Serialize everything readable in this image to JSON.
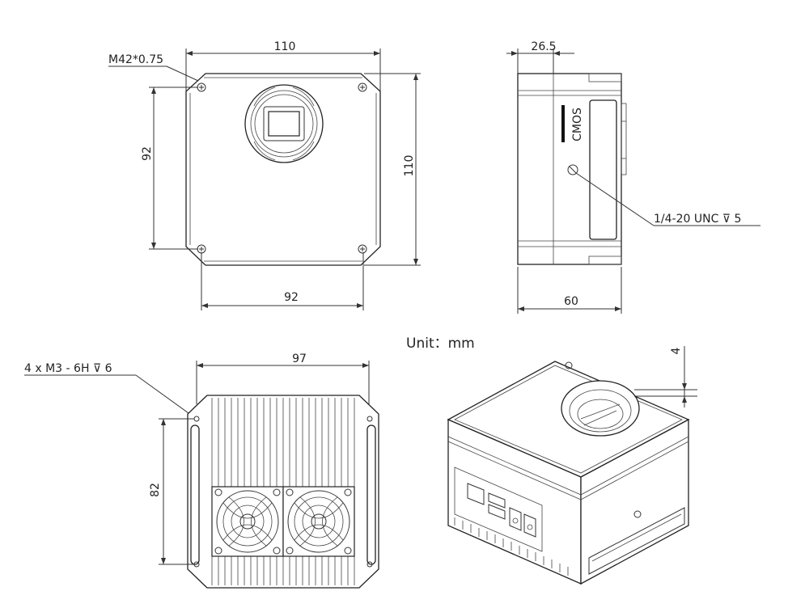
{
  "unit_label": "Unit：mm",
  "front_view": {
    "width": "110",
    "height": "110",
    "hole_spacing_x": "92",
    "hole_spacing_y": "92",
    "thread_callout": "M42*0.75"
  },
  "side_view": {
    "depth": "60",
    "sensor_offset": "26.5",
    "sensor_label": "CMOS",
    "tripod_callout": "1/4-20 UNC  ⊽ 5"
  },
  "rear_view": {
    "width": "97",
    "hole_spacing_y": "82",
    "screw_callout": "4 x  M3 - 6H ⊽ 6"
  },
  "iso_view": {
    "flange_depth": "4"
  }
}
